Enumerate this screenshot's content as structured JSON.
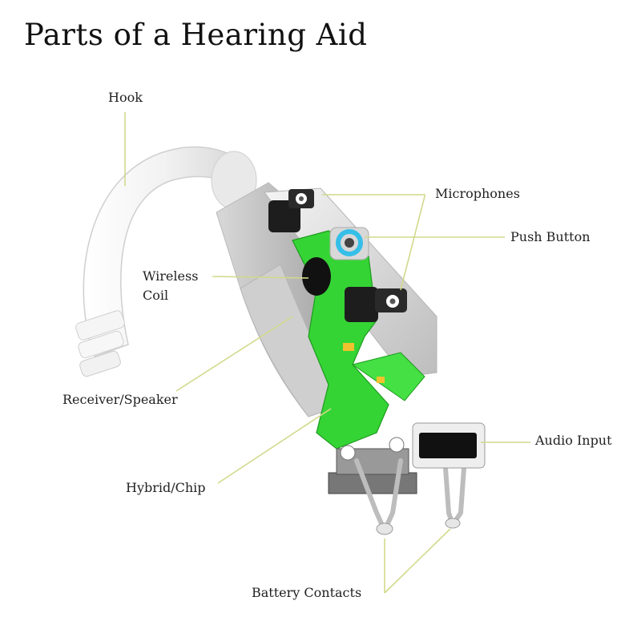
{
  "title": "Parts of a Hearing Aid",
  "labels": {
    "hook": "Hook",
    "microphones": "Microphones",
    "push_button": "Push Button",
    "wireless_coil_line1": "Wireless",
    "wireless_coil_line2": "Coil",
    "receiver_speaker": "Receiver/Speaker",
    "audio_input": "Audio Input",
    "hybrid_chip": "Hybrid/Chip",
    "battery_contacts": "Battery Contacts"
  },
  "colors": {
    "leader_line": "#d2d98a",
    "circuit_green": "#35d435",
    "push_button_ring": "#35bfe8",
    "housing": "#e3e3e3",
    "hook": "#f3f3f3"
  }
}
